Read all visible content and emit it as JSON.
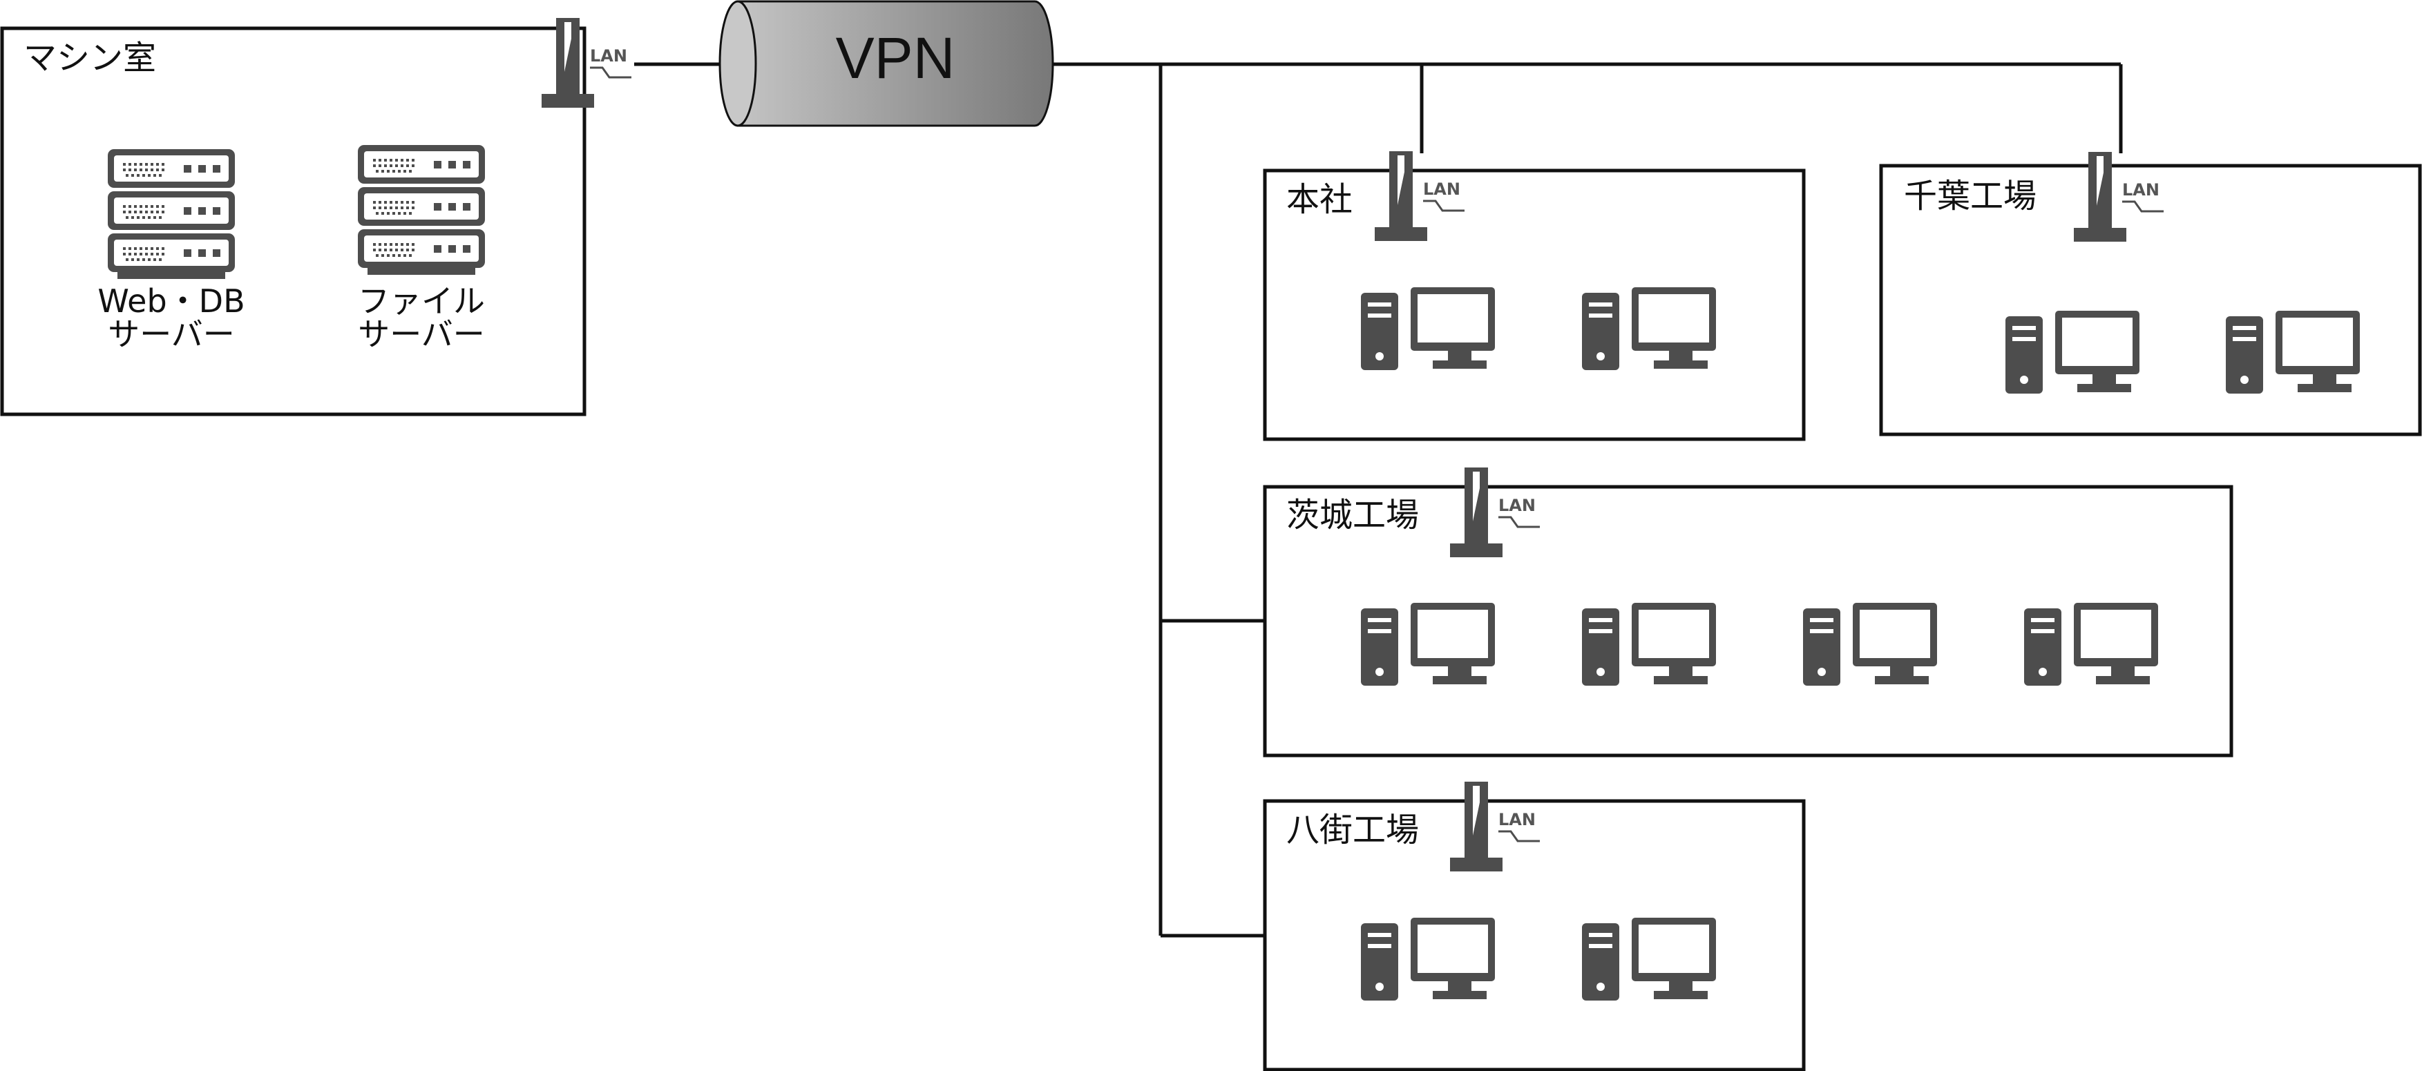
{
  "vpn": {
    "label": "VPN"
  },
  "lan_label": "LAN",
  "machine_room": {
    "label": "マシン室",
    "servers": [
      {
        "line1": "Web・DB",
        "line2": "サーバー",
        "icon": "server-rack-icon"
      },
      {
        "line1": "ファイル",
        "line2": "サーバー",
        "icon": "server-rack-icon"
      }
    ]
  },
  "sites": [
    {
      "id": "honsha",
      "label": "本社",
      "pcs": 2
    },
    {
      "id": "chiba",
      "label": "千葉工場",
      "pcs": 2
    },
    {
      "id": "ibaraki",
      "label": "茨城工場",
      "pcs": 4
    },
    {
      "id": "yachimata",
      "label": "八街工場",
      "pcs": 2
    }
  ],
  "icons": {
    "router": "lan-router-icon",
    "pc": "desktop-pc-icon",
    "server": "server-rack-icon"
  },
  "colors": {
    "icon": "#4d4d4d",
    "line": "#111111",
    "vpn_light": "#bdbdbd",
    "vpn_dark": "#7a7a7a"
  }
}
